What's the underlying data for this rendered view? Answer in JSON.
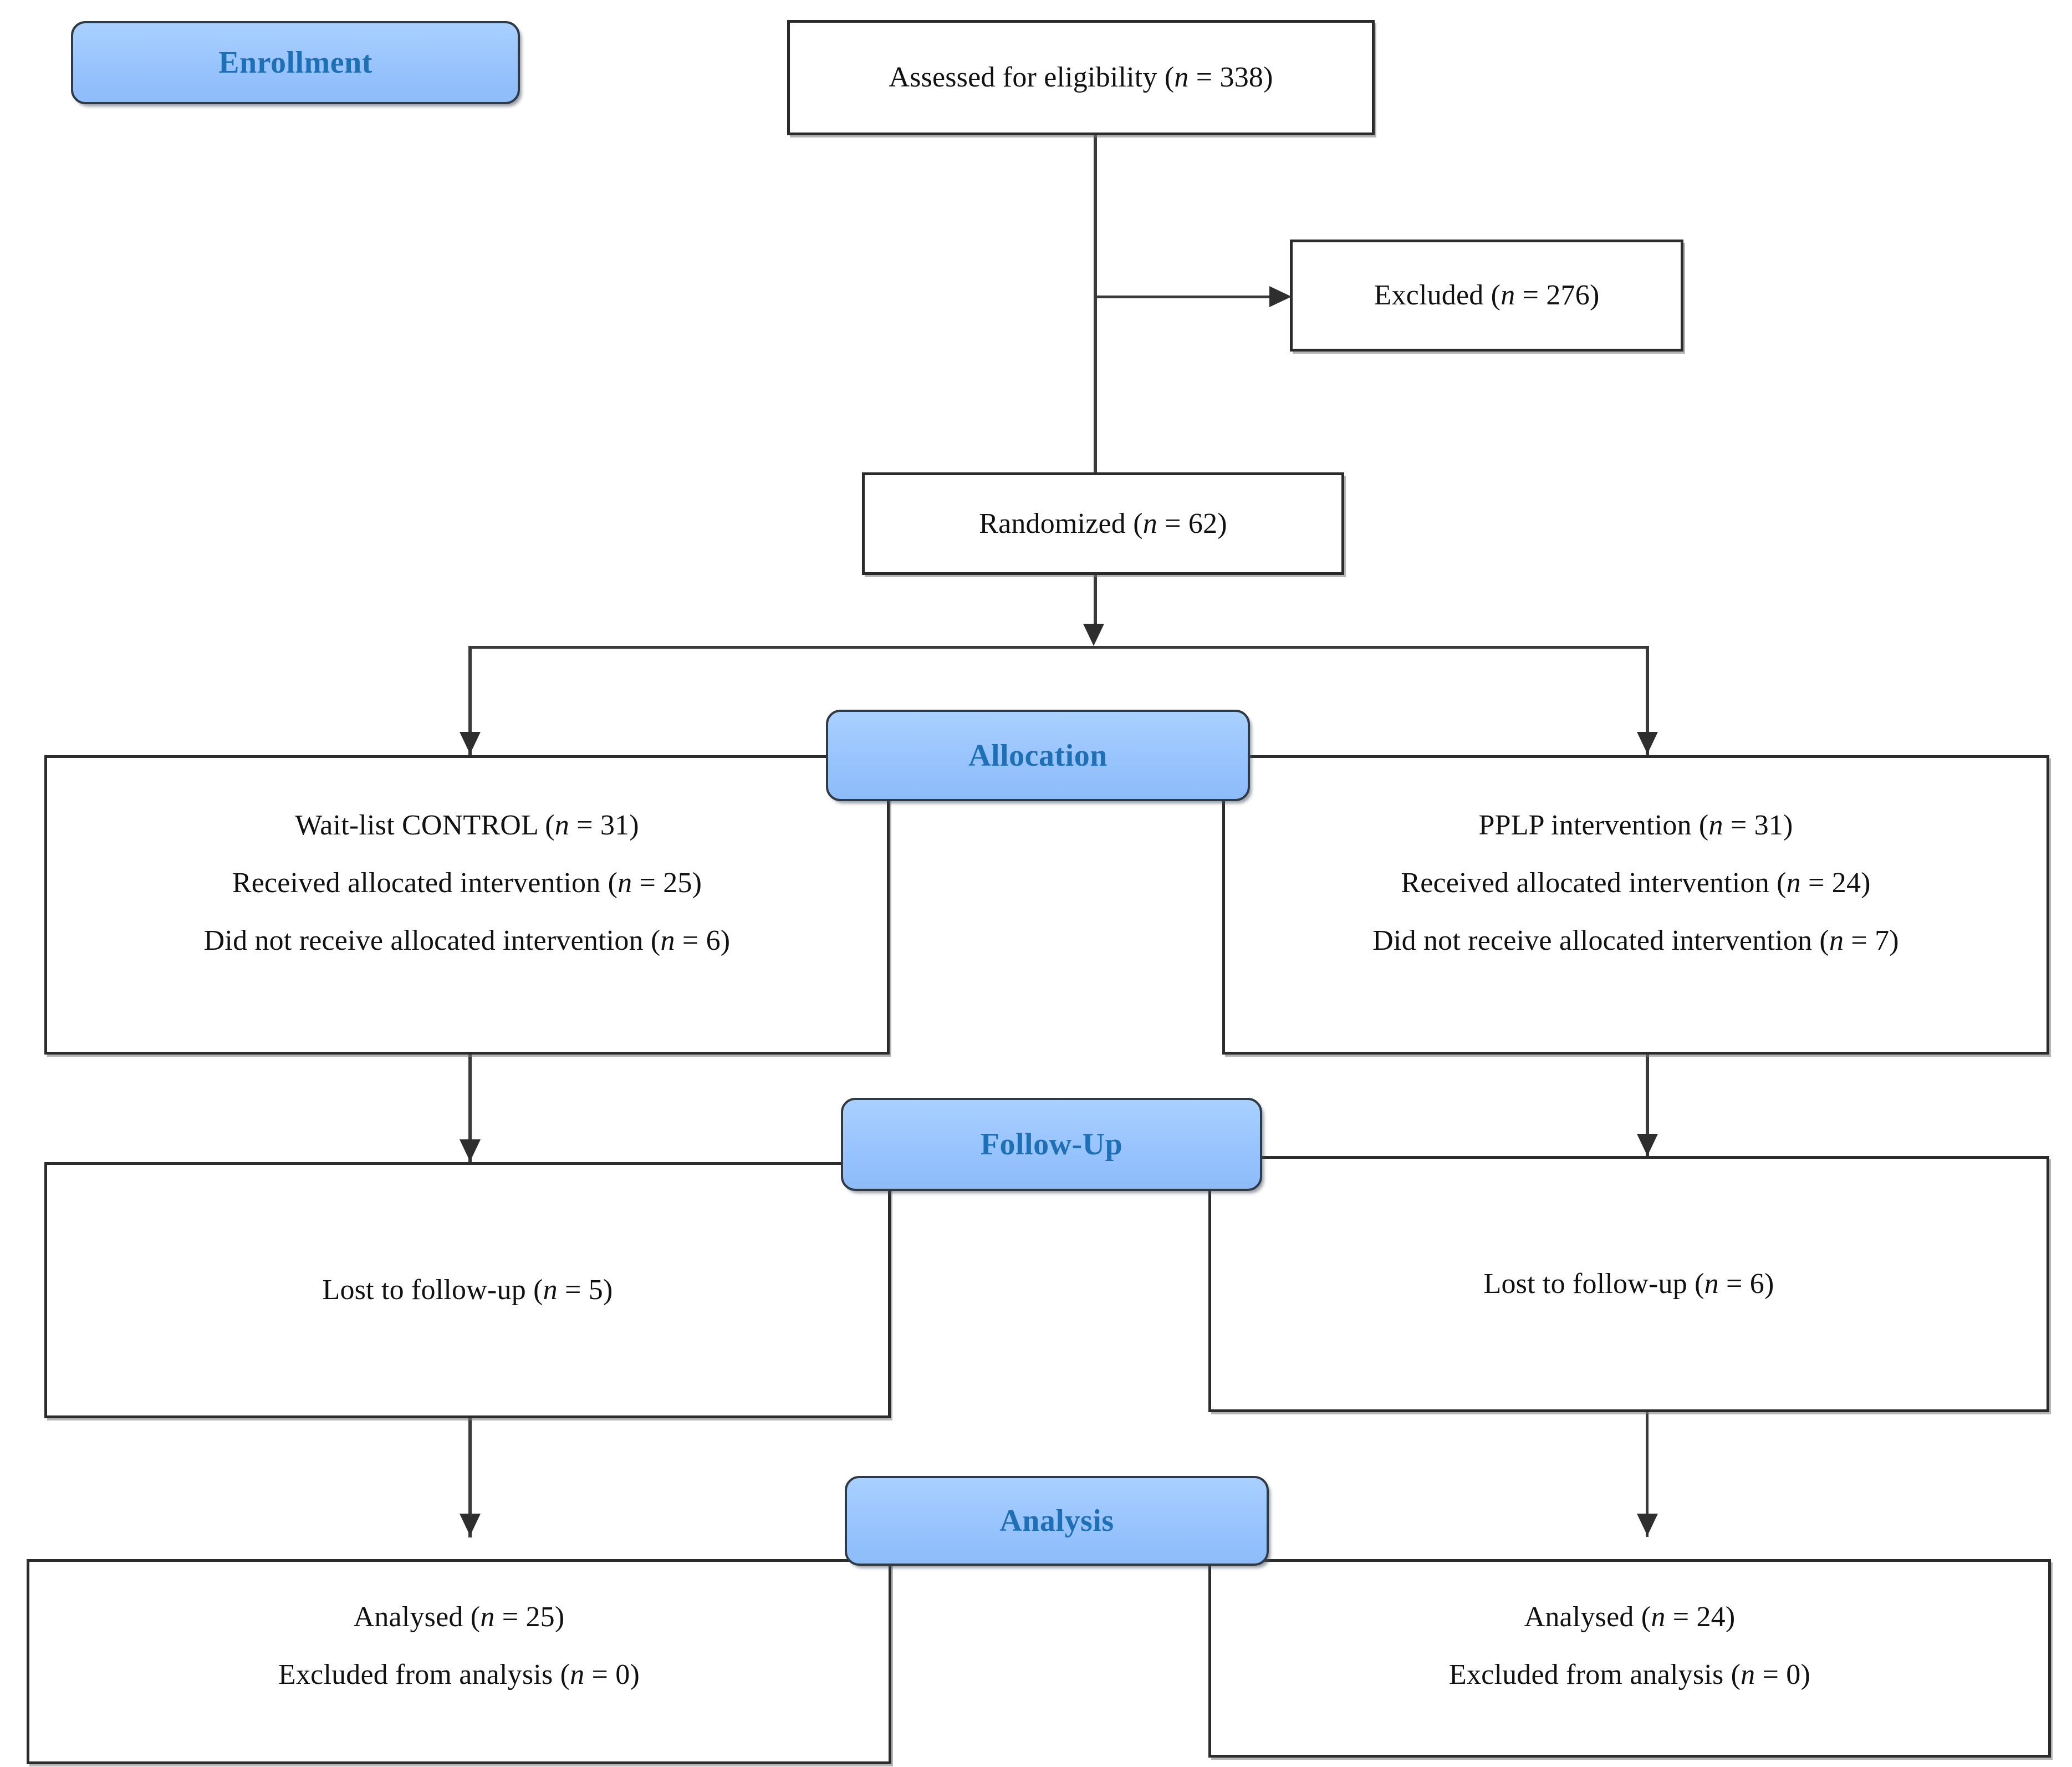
{
  "diagram": {
    "title": "CONSORT participant flow diagram",
    "accent_blue": "#9ac5fe",
    "badge_text_color": "#1f6fb5",
    "box_border_color": "#2b2b2b",
    "connector_color": "#3a3a3a"
  },
  "stages": {
    "enrollment": "Enrollment",
    "allocation": "Allocation",
    "followup": "Follow-Up",
    "analysis": "Analysis"
  },
  "enrollment": {
    "assessed": {
      "prefix": "Assessed for eligibility (",
      "n_symbol": "n",
      "eq": " = ",
      "value": "338",
      "suffix": ")"
    },
    "excluded": {
      "prefix": "Excluded  (",
      "n_symbol": "n",
      "eq": " = ",
      "value": "276",
      "suffix": ")"
    },
    "randomized": {
      "prefix": "Randomized (",
      "n_symbol": "n",
      "eq": " = ",
      "value": "62",
      "suffix": ")"
    }
  },
  "allocation": {
    "control": {
      "line1": {
        "prefix": "Wait-list CONTROL (",
        "n_symbol": "n",
        "eq": " = ",
        "value": "31",
        "suffix": ")"
      },
      "line2": {
        "prefix": "Received allocated intervention (",
        "n_symbol": "n",
        "eq": " = ",
        "value": "25",
        "suffix": ")"
      },
      "line3": {
        "prefix": "Did  not receive allocated intervention (",
        "n_symbol": "n",
        "eq": " = ",
        "value": "6",
        "suffix": ")"
      }
    },
    "intervention": {
      "line1": {
        "prefix": "PPLP intervention (",
        "n_symbol": "n",
        "eq": " = ",
        "value": "31",
        "suffix": ")"
      },
      "line2": {
        "prefix": "Received allocated intervention (",
        "n_symbol": "n",
        "eq": " = ",
        "value": "24",
        "suffix": ")"
      },
      "line3": {
        "prefix": "Did  not receive allocated intervention (",
        "n_symbol": "n",
        "eq": " = ",
        "value": "7",
        "suffix": ")"
      }
    }
  },
  "followup": {
    "control": {
      "prefix": "Lost to follow-up (",
      "n_symbol": "n",
      "eq": " = ",
      "value": "5",
      "suffix": ")"
    },
    "intervention": {
      "prefix": "Lost to follow-up (",
      "n_symbol": "n",
      "eq": " = ",
      "value": "6",
      "suffix": ")"
    }
  },
  "analysis": {
    "control": {
      "line1": {
        "prefix": "Analysed (",
        "n_symbol": "n",
        "eq": " = ",
        "value": "25",
        "suffix": ")"
      },
      "line2": {
        "prefix": "Excluded  from analysis (",
        "n_symbol": "n",
        "eq": " = ",
        "value": "0",
        "suffix": ")"
      }
    },
    "intervention": {
      "line1": {
        "prefix": "Analysed (",
        "n_symbol": "n",
        "eq": " = ",
        "value": "24",
        "suffix": ")"
      },
      "line2": {
        "prefix": "Excluded  from analysis (",
        "n_symbol": "n",
        "eq": " = ",
        "value": "0",
        "suffix": ")"
      }
    }
  },
  "chart_data": {
    "type": "diagram",
    "title": "CONSORT flow diagram",
    "nodes": [
      {
        "id": "assessed",
        "stage": "Enrollment",
        "label": "Assessed for eligibility (n = 338)",
        "n": 338
      },
      {
        "id": "excluded",
        "stage": "Enrollment",
        "label": "Excluded  (n = 276)",
        "n": 276
      },
      {
        "id": "randomized",
        "stage": "Enrollment",
        "label": "Randomized (n = 62)",
        "n": 62
      },
      {
        "id": "alloc_control",
        "stage": "Allocation",
        "label": "Wait-list CONTROL (n = 31)",
        "n": 31,
        "received": 25,
        "not_received": 6
      },
      {
        "id": "alloc_pplp",
        "stage": "Allocation",
        "label": "PPLP intervention (n = 31)",
        "n": 31,
        "received": 24,
        "not_received": 7
      },
      {
        "id": "follow_control",
        "stage": "Follow-Up",
        "label": "Lost to follow-up (n = 5)",
        "n": 5
      },
      {
        "id": "follow_pplp",
        "stage": "Follow-Up",
        "label": "Lost to follow-up (n = 6)",
        "n": 6
      },
      {
        "id": "analysis_control",
        "stage": "Analysis",
        "label": "Analysed (n = 25)",
        "n": 25,
        "excluded_from_analysis": 0
      },
      {
        "id": "analysis_pplp",
        "stage": "Analysis",
        "label": "Analysed (n = 24)",
        "n": 24,
        "excluded_from_analysis": 0
      }
    ],
    "edges": [
      {
        "from": "assessed",
        "to": "excluded"
      },
      {
        "from": "assessed",
        "to": "randomized"
      },
      {
        "from": "randomized",
        "to": "alloc_control"
      },
      {
        "from": "randomized",
        "to": "alloc_pplp"
      },
      {
        "from": "alloc_control",
        "to": "follow_control"
      },
      {
        "from": "alloc_pplp",
        "to": "follow_pplp"
      },
      {
        "from": "follow_control",
        "to": "analysis_control"
      },
      {
        "from": "follow_pplp",
        "to": "analysis_pplp"
      }
    ]
  }
}
